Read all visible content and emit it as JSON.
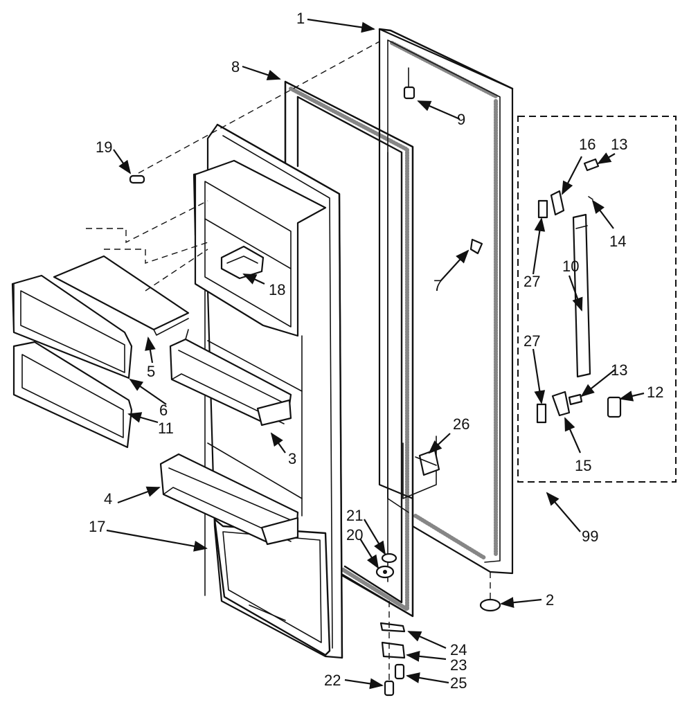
{
  "callouts": {
    "c1": "1",
    "c2": "2",
    "c3": "3",
    "c4": "4",
    "c5": "5",
    "c6": "6",
    "c7": "7",
    "c8": "8",
    "c9": "9",
    "c10": "10",
    "c11": "11",
    "c12": "12",
    "c13a": "13",
    "c13b": "13",
    "c14": "14",
    "c15": "15",
    "c16": "16",
    "c17": "17",
    "c18": "18",
    "c19": "19",
    "c20": "20",
    "c21": "21",
    "c22": "22",
    "c23": "23",
    "c24": "24",
    "c25": "25",
    "c26": "26",
    "c27a": "27",
    "c27b": "27",
    "c99": "99"
  }
}
